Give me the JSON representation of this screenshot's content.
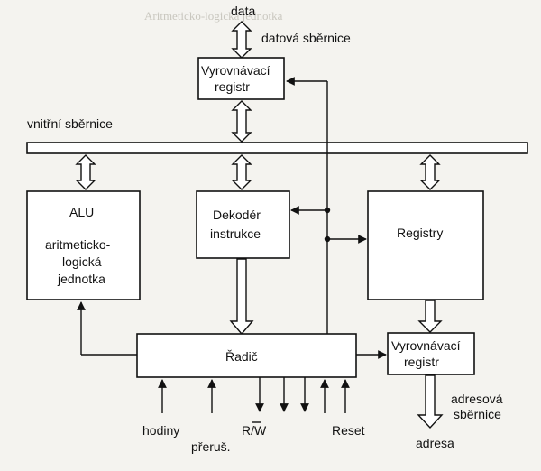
{
  "background_text": {
    "heading_fragment": "Aritmeticko-logická jednotka"
  },
  "labels": {
    "data": "data",
    "datova_sbernice": "datová sběrnice",
    "vnitrni_sbernice": "vnitřní sběrnice",
    "hodiny": "hodiny",
    "preruseni": "přeruš.",
    "rw": "R/W",
    "reset": "Reset",
    "adresova": "adresová",
    "sbernice": "sběrnice",
    "adresa": "adresa"
  },
  "blocks": {
    "buffer_top": {
      "line1": "Vyrovnávací",
      "line2": "registr"
    },
    "alu": {
      "title": "ALU",
      "line1": "aritmeticko-",
      "line2": "logická",
      "line3": "jednotka"
    },
    "decoder": {
      "line1": "Dekodér",
      "line2": "instrukce"
    },
    "registers": {
      "label": "Registry"
    },
    "controller": {
      "label": "Řadič"
    },
    "buffer_bottom": {
      "line1": "Vyrovnávací",
      "line2": "registr"
    }
  },
  "colors": {
    "ink": "#111111",
    "paper": "#f4f3ef",
    "faded_print": "#c9c7bf"
  }
}
